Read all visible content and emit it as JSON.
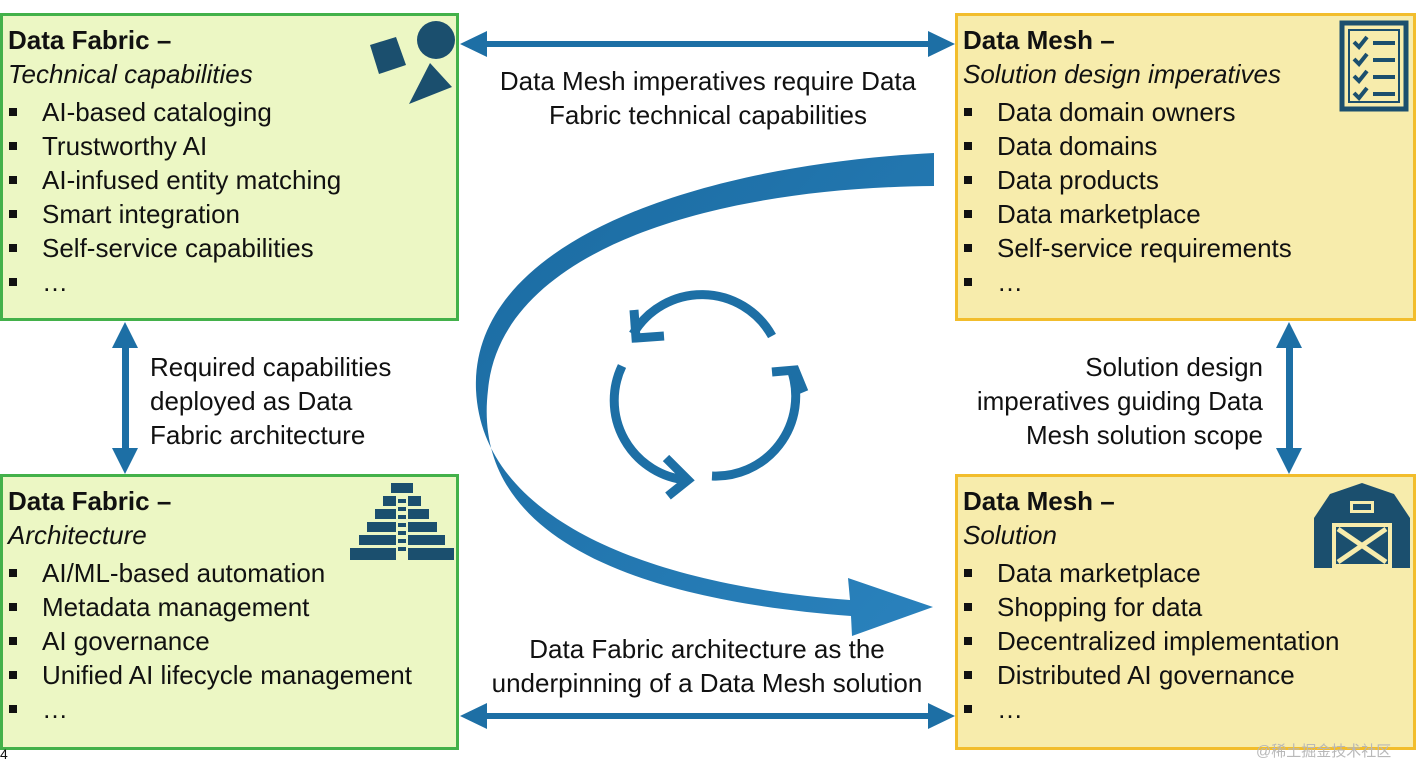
{
  "boxes": {
    "fabric_capabilities": {
      "title": "Data Fabric",
      "dash": " –",
      "subtitle": "Technical capabilities",
      "items": [
        "AI-based cataloging",
        "Trustworthy AI",
        "AI-infused entity matching",
        "Smart integration",
        "Self-service capabilities",
        "…"
      ],
      "icon": "shapes-icon"
    },
    "mesh_imperatives": {
      "title": "Data Mesh",
      "dash": " –",
      "subtitle": "Solution design imperatives",
      "items": [
        "Data domain owners",
        "Data domains",
        "Data products",
        "Data marketplace",
        "Self-service requirements",
        "…"
      ],
      "icon": "checklist-icon"
    },
    "fabric_architecture": {
      "title": "Data Fabric",
      "dash": " –",
      "subtitle": "Architecture",
      "items": [
        "AI/ML-based automation",
        "Metadata management",
        "AI governance",
        "Unified AI lifecycle management",
        "…"
      ],
      "icon": "pyramid-icon"
    },
    "mesh_solution": {
      "title": "Data Mesh",
      "dash": " –",
      "subtitle": "Solution",
      "items": [
        "Data marketplace",
        "Shopping for data",
        "Decentralized implementation",
        "Distributed AI governance",
        "…"
      ],
      "icon": "barn-icon"
    }
  },
  "connectors": {
    "top": [
      "Data Mesh imperatives require Data",
      "Fabric technical capabilities"
    ],
    "left": [
      "Required capabilities",
      "deployed as Data",
      "Fabric architecture"
    ],
    "right": [
      "Solution design",
      "imperatives guiding Data",
      "Mesh solution scope"
    ],
    "bottom": [
      "Data Fabric architecture as the",
      "underpinning of a Data Mesh solution"
    ]
  },
  "footer": {
    "page_number": "4",
    "watermark": "@稀土掘金技术社区"
  },
  "colors": {
    "arrow": "#1d6fa5",
    "icon": "#1b4f6e",
    "green_fill": "#ecf7c4",
    "green_border": "#43b14a",
    "yellow_fill": "#f7ecac",
    "yellow_border": "#f2bd2c"
  }
}
